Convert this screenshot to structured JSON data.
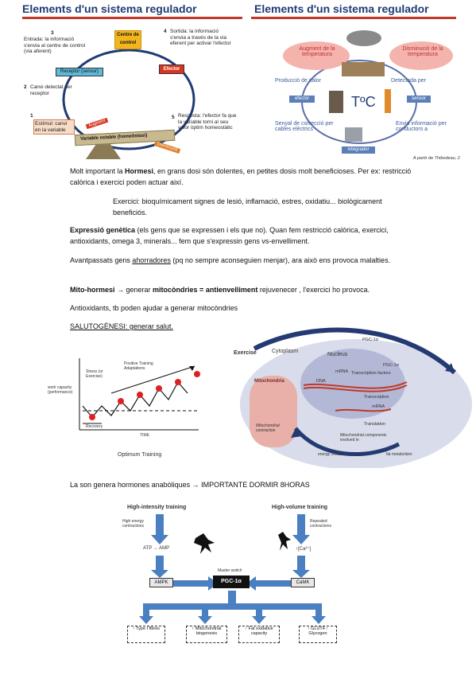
{
  "header_left": "Elements d'un sistema regulador",
  "header_right": "Elements d'un sistema regulador",
  "left_diagram": {
    "top_box": "Centre de control",
    "receptor": "Receptor (sensor)",
    "efector": "Efector",
    "entrada": "Entrada: la informació s'envia al centre de control (via aferent)",
    "sortida": "Sortida: la informació s'envia a través de la via eferent per activar l'efector",
    "canvi": "Canvi detectat per receptor",
    "estimul": "Estímul: canvi en la variable",
    "resposta": "Resposta: l'efector fa que la variable torni al seu valor òptim homeostàtic",
    "variable": "Variable estable (homeòstasi)",
    "augment": "Augment",
    "disminucio": "Disminució",
    "n1": "1",
    "n2": "2",
    "n3": "3",
    "n4": "4",
    "n5": "5"
  },
  "right_diagram": {
    "augment": "Augment de la temperatura",
    "disminucio": "Disminució de la temperatura",
    "produccio": "Producció de calor",
    "detectada": "Detectada per",
    "efector": "efector",
    "sensor": "sensor",
    "toc": "TºC",
    "senyal": "Senyal de correcció per cables elèctrics",
    "envia": "Envia informació per conductors a",
    "integrador": "integrador",
    "credit": "A partir de Thibodeau, 2"
  },
  "text": {
    "p1_a": "Molt important la ",
    "p1_b": "Hormesi",
    "p1_c": ", en grans dosi són dolentes, en petites dosis molt beneficioses. Per ex: restricció calòrica i exercici poden actuar així.",
    "p2": "Exercici: bioquímicament signes de lesió, inflamació, estres, oxidatiu... biològicament beneficiós.",
    "p3_a": "Expressió genètica",
    "p3_b": " (els gens que se expressen i els que no). Quan fem restricció calòrica, exercici, antioxidants, omega 3, minerals... fem que s'expressin gens vs-envelliment.",
    "p4_a": "Avantpassats gens ",
    "p4_b": "ahorradores",
    "p4_c": " (pq no sempre aconseguien menjar), ara això ens provoca malalties.",
    "p5_a": "Mito-hormesi",
    "p5_b": " → generar ",
    "p5_c": "mitocòndries = antienvelliment",
    "p5_d": " rejuvenecer , l'exercici ho provoca.",
    "p6": "Antioxidants, tb poden ajudar a generar mitocòndries",
    "p7": "SALUTOGÈNESI: generar salut.",
    "p8": "La son genera hormones anabòliques → IMPORTANTE DORMIR 8HORAS"
  },
  "training_chart": {
    "ylabel": "work capacity (performance)",
    "xlabel": "TIME",
    "positive": "Positive Training Adaptations",
    "stress": "Stress (or Exercise)",
    "recovery": "Recovery",
    "caption": "Optimum Training"
  },
  "cell_diagram": {
    "exercise": "Exercise",
    "cytoplasm": "Cytoplasm",
    "nucleus": "Nucleus",
    "mitochondria": "Mitochondria",
    "pgc1": "PGC-1α",
    "pgc2": "PGC-1α",
    "mrna_top": "mRNA",
    "tf": "Transcription factors",
    "dna": "DNA",
    "transcription": "Transcription",
    "mrna": "mRNA",
    "translation": "Translation",
    "components": "Mitochondrial components involved in",
    "energy": "energy release",
    "fat": "fat metabolism",
    "contraction": "Mitochondrial contraction"
  },
  "pgc_diagram": {
    "hi": "High-intensity training",
    "hv": "High-volume training",
    "hec": "High energy contractions",
    "rep": "Repeated contractions",
    "atp": "ATP → AMP",
    "ca": "↑[Ca²⁺]",
    "ampk": "AMPK",
    "camk": "CaMK",
    "master": "Master switch",
    "pgc": "PGC-1α",
    "o1": "↑ Type I fibres",
    "o2": "↑ Mitochondrial biogenesis",
    "o3": "↑ Fat oxidative capacity",
    "o4": "↑ GLUT4 ↑ Glycogen"
  }
}
